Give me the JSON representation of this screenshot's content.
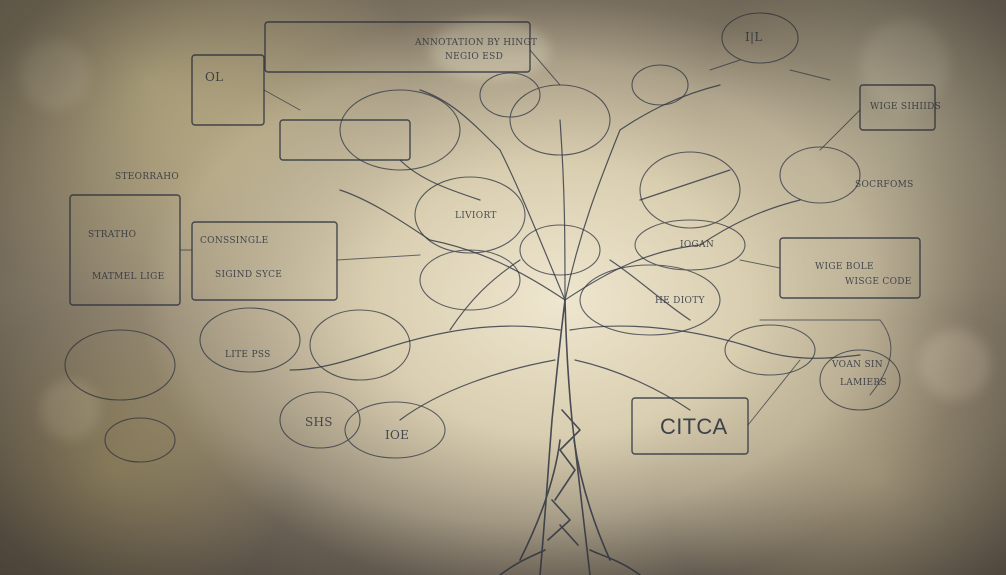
{
  "labels": {
    "center_box": "CITCA",
    "top_mid": "ANNOTATION BY HINGT",
    "top_mid_2": "NEGIO ESD",
    "top_left_tag": "OL",
    "top_right_tag": "I|L",
    "left_box": "CONSSINGLE",
    "left_box_2": "SIGIND SYCE",
    "left_block": "STRATHO",
    "left_block_2": "MATMEL LIGE",
    "right_block": "WIGE BOLE",
    "right_block_2": "WISGE CODE",
    "mid_label": "LIVIORT",
    "mid_label_2": "IOGAN",
    "mid_label_3": "HE DIOTY",
    "bottom_left": "SHS",
    "bottom_left_2": "IOE",
    "right_small": "WIGE SIHIIDS",
    "right_small_2": "SOCRFOMS",
    "left_small": "STEORRAHO",
    "left_small_2": "LITE PSS",
    "right_bottom": "VOAN SIN",
    "right_bottom_2": "LAMIERS"
  }
}
